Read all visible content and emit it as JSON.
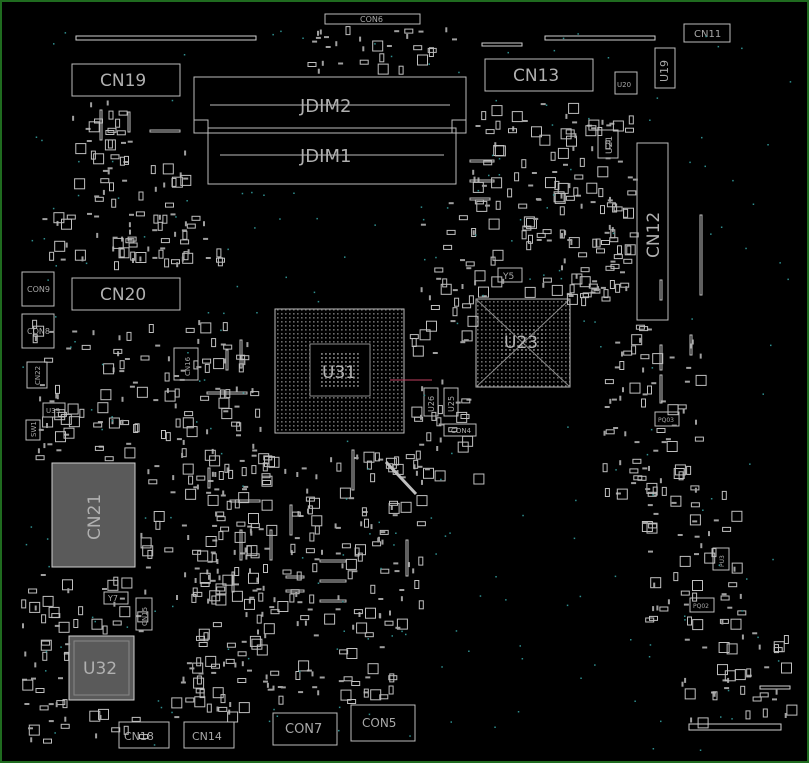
{
  "board": {
    "outline_color": "#1f6b1f",
    "background": "#000000",
    "line_color": "#cfcfcf",
    "trace_color": "#c04060"
  },
  "labels": {
    "con6": "CON6",
    "cn11": "CN11",
    "cn19": "CN19",
    "jdim2": "JDIM2",
    "jdim1": "JDIM1",
    "cn13": "CN13",
    "u19": "U19",
    "u20": "U20",
    "u21": "U21",
    "cn12": "CN12",
    "cn20": "CN20",
    "con9": "CON9",
    "con8": "CON8",
    "cn16": "CN16",
    "u31": "U31",
    "u23": "U23",
    "y5": "Y5",
    "u26": "U26",
    "u25": "U25",
    "con4": "CON4",
    "u39": "U39",
    "sw1": "SW1",
    "cn22": "CN22",
    "cn21": "CN21",
    "cn15": "CN15",
    "y7": "Y7",
    "u32": "U32",
    "cn18": "CN18",
    "cn14": "CN14",
    "con7": "CON7",
    "con5": "CON5",
    "pq03": "PQ03",
    "pu3": "PU3",
    "pq02": "PQ02"
  }
}
